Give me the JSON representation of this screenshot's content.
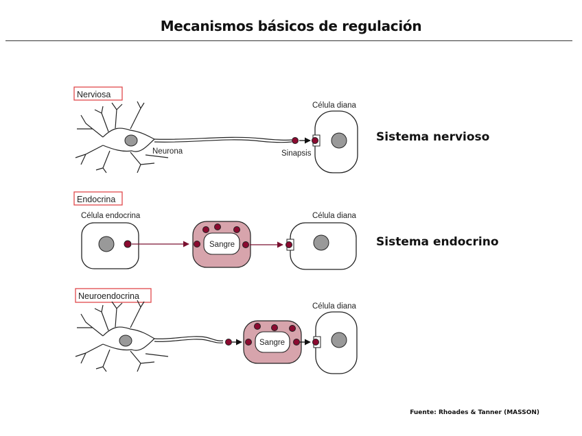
{
  "title": "Mecanismos básicos de regulación",
  "colors": {
    "label_box_border": "#e0484a",
    "hormone_dot": "#8b0a30",
    "blood_vessel": "#d7a4ac",
    "nucleus": "#999999",
    "arrow": "#7a1030"
  },
  "panels": [
    {
      "label": "Nerviosa",
      "cells": {
        "source": "Neurona",
        "junction": "Sinapsis",
        "target": "Célula diana"
      },
      "system_label": "Sistema nervioso"
    },
    {
      "label": "Endocrina",
      "cells": {
        "source": "Célula endocrina",
        "medium": "Sangre",
        "target": "Célula diana"
      },
      "system_label": "Sistema endocrino"
    },
    {
      "label": "Neuroendocrina",
      "cells": {
        "medium": "Sangre",
        "target": "Célula diana"
      }
    }
  ],
  "source": "Fuente: Rhoades & Tanner (MASSON)"
}
